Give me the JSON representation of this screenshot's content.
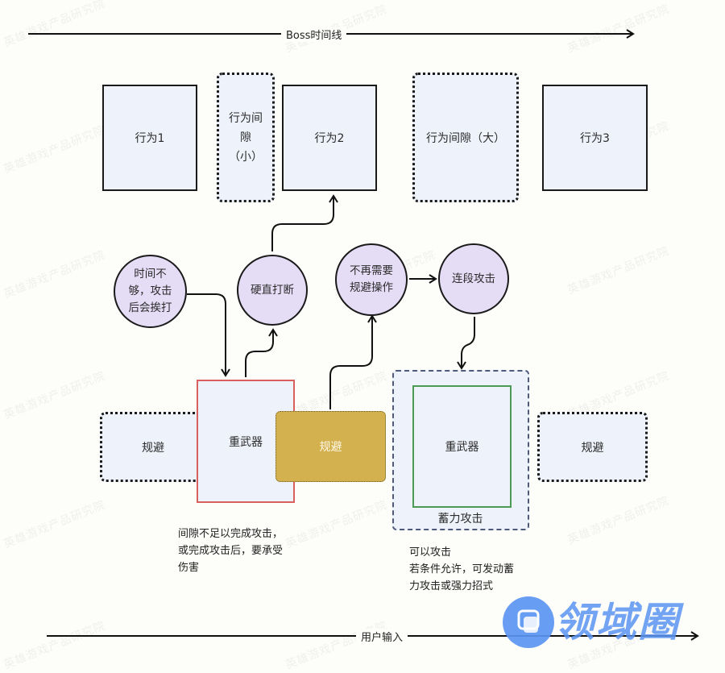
{
  "timelines": {
    "boss": {
      "label": "Boss时间线"
    },
    "user": {
      "label": "用户输入"
    }
  },
  "boss_row": [
    {
      "id": "action1",
      "label": "行为1",
      "style": "solid"
    },
    {
      "id": "gap-small",
      "label": "行为间\n隙\n（小）",
      "style": "dotted"
    },
    {
      "id": "action2",
      "label": "行为2",
      "style": "solid"
    },
    {
      "id": "gap-large",
      "label": "行为间隙（大）",
      "style": "dotted"
    },
    {
      "id": "action3",
      "label": "行为3",
      "style": "solid"
    }
  ],
  "circles": [
    {
      "id": "not-enough-time",
      "label": "时间不\n够，攻击\n后会挨打"
    },
    {
      "id": "stagger-interrupt",
      "label": "硬直打断"
    },
    {
      "id": "no-dodge-needed",
      "label": "不再需要\n规避操作"
    },
    {
      "id": "combo-attack",
      "label": "连段攻击"
    }
  ],
  "user_row": {
    "dodge_left": "规避",
    "heavy_weapon_1": "重武器",
    "dodge_highlight": "规避",
    "charge_group_label": "蓄力攻击",
    "heavy_weapon_2": "重武器",
    "dodge_right": "规避"
  },
  "notes": {
    "left": "间隙不足以完成攻击，\n或完成攻击后，要承受\n伤害",
    "right": "可以攻击\n若条件允许，可发动蓄\n力攻击或强力招式"
  },
  "colors": {
    "box_fill": "#eef2fa",
    "circle_fill": "#e5dcf6",
    "heavy_weapon_1_border": "#d9605e",
    "dodge_highlight_fill": "#d4b14f",
    "heavy_weapon_2_border": "#4c9a56",
    "charge_group_border": "#4e5a7a",
    "logo_blue": "#5b95f2"
  },
  "logo": {
    "text": "领域圈"
  },
  "watermark": {
    "text": "英雄游戏产品研究院"
  }
}
